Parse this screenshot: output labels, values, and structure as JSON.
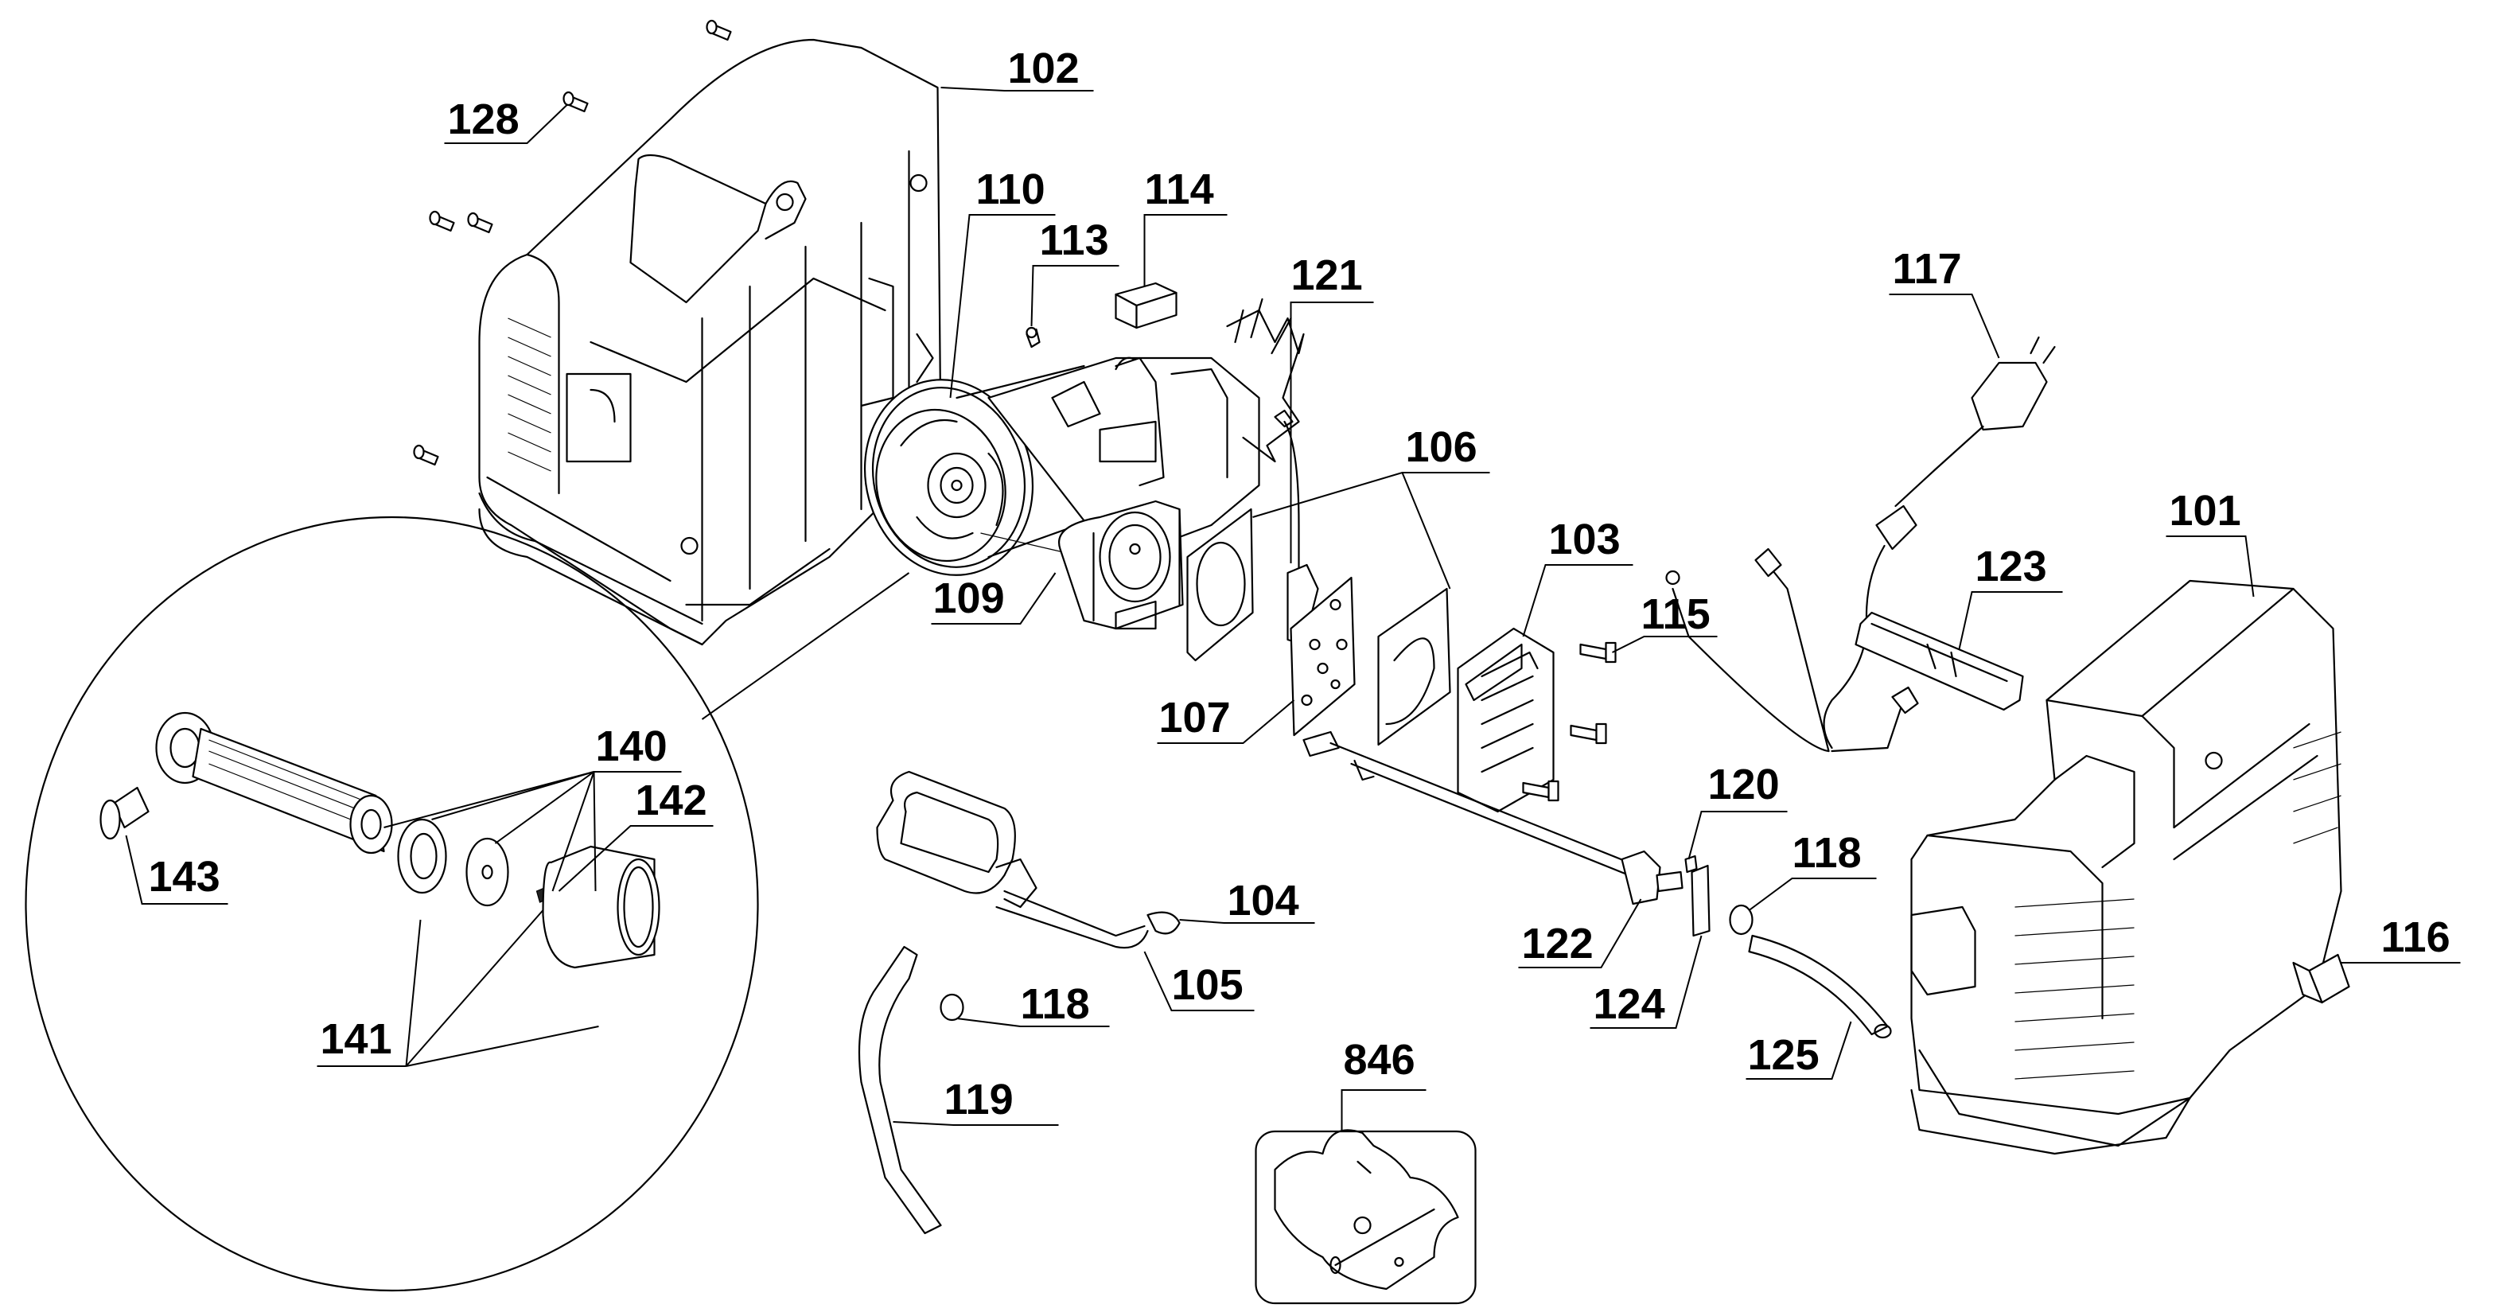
{
  "diagram": {
    "title": "Air compressor exploded parts diagram",
    "background_color": "#ffffff",
    "line_color": "#000000"
  },
  "labels": {
    "p101": "101",
    "p102": "102",
    "p103": "103",
    "p104": "104",
    "p105": "105",
    "p106": "106",
    "p107": "107",
    "p109": "109",
    "p110": "110",
    "p113": "113",
    "p114": "114",
    "p115": "115",
    "p116": "116",
    "p117": "117",
    "p118a": "118",
    "p118b": "118",
    "p119": "119",
    "p120": "120",
    "p121": "121",
    "p122": "122",
    "p123": "123",
    "p124": "124",
    "p125": "125",
    "p128": "128",
    "p140": "140",
    "p141": "141",
    "p142": "142",
    "p143": "143",
    "p846": "846"
  }
}
